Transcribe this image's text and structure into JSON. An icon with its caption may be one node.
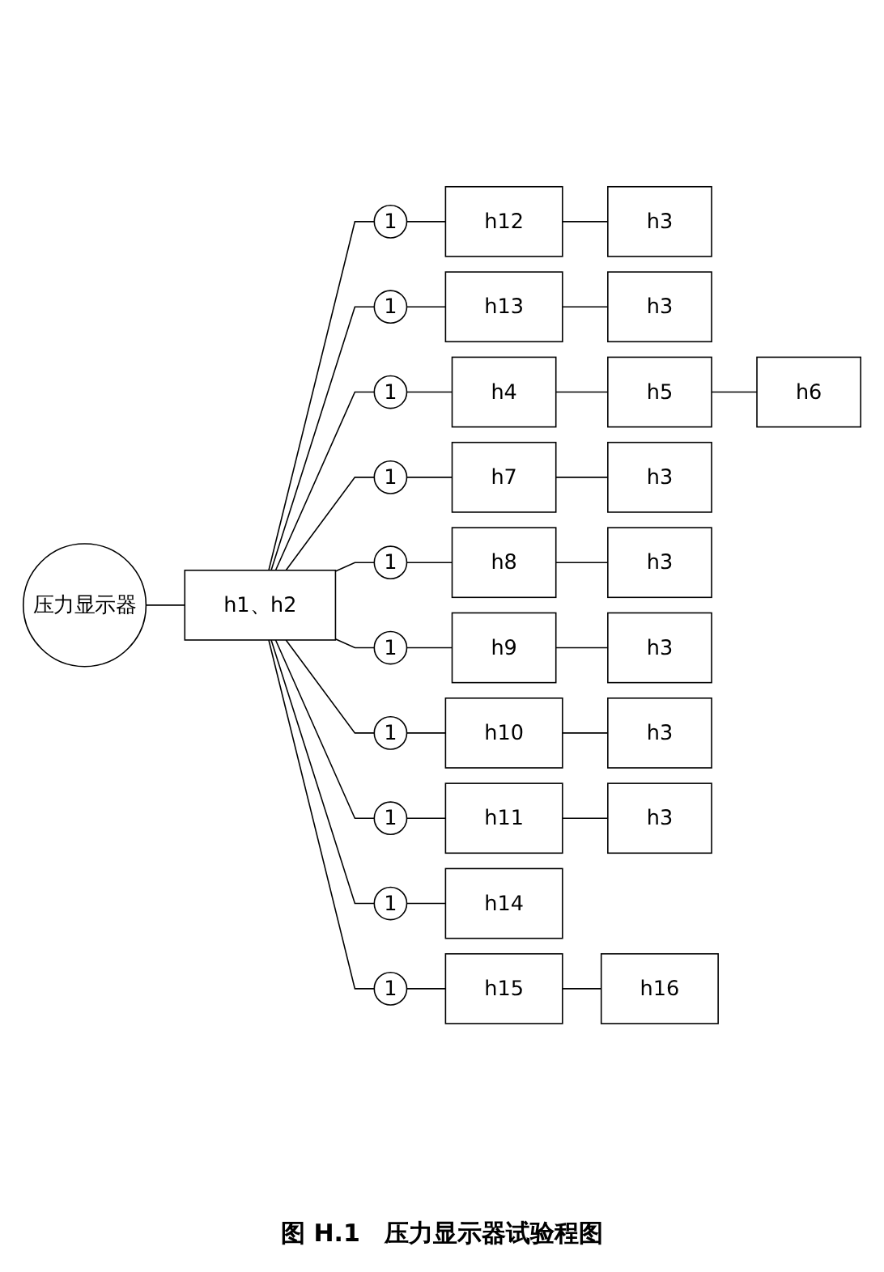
{
  "diagram": {
    "caption": "图 H.1　压力显示器试验程图",
    "nodes": [
      {
        "text": [
          "压力显示器"
        ]
      },
      {
        "text": [
          "h1、h2"
        ]
      },
      {
        "text": [
          "1"
        ]
      },
      {
        "text": [
          "h12"
        ]
      },
      {
        "text": [
          "h3"
        ]
      },
      {
        "text": [
          "1"
        ]
      },
      {
        "text": [
          "h13"
        ]
      },
      {
        "text": [
          "h3"
        ]
      },
      {
        "text": [
          "1"
        ]
      },
      {
        "text": [
          "h4"
        ]
      },
      {
        "text": [
          "h5"
        ]
      },
      {
        "text": [
          "h6"
        ]
      },
      {
        "text": [
          "1"
        ]
      },
      {
        "text": [
          "h7"
        ]
      },
      {
        "text": [
          "h3"
        ]
      },
      {
        "text": [
          "1"
        ]
      },
      {
        "text": [
          "h8"
        ]
      },
      {
        "text": [
          "h3"
        ]
      },
      {
        "text": [
          "1"
        ]
      },
      {
        "text": [
          "h9"
        ]
      },
      {
        "text": [
          "h3"
        ]
      },
      {
        "text": [
          "1"
        ]
      },
      {
        "text": [
          "h10"
        ]
      },
      {
        "text": [
          "h3"
        ]
      },
      {
        "text": [
          "1"
        ]
      },
      {
        "text": [
          "h11"
        ]
      },
      {
        "text": [
          "h3"
        ]
      },
      {
        "text": [
          "1"
        ]
      },
      {
        "text": [
          "h14"
        ]
      },
      {
        "text": [
          "1"
        ]
      },
      {
        "text": [
          "h15"
        ]
      },
      {
        "text": [
          "h16"
        ]
      }
    ],
    "edges": [
      {
        "from": 0,
        "to": 1,
        "arrow": "none"
      },
      {
        "from": 1,
        "to": 2,
        "arrow": "none"
      },
      {
        "from": 1,
        "to": 5,
        "arrow": "none"
      },
      {
        "from": 1,
        "to": 8,
        "arrow": "none"
      },
      {
        "from": 1,
        "to": 12,
        "arrow": "none"
      },
      {
        "from": 1,
        "to": 15,
        "arrow": "none"
      },
      {
        "from": 1,
        "to": 18,
        "arrow": "none"
      },
      {
        "from": 1,
        "to": 21,
        "arrow": "none"
      },
      {
        "from": 1,
        "to": 24,
        "arrow": "none"
      },
      {
        "from": 1,
        "to": 27,
        "arrow": "none"
      },
      {
        "from": 1,
        "to": 29,
        "arrow": "none"
      },
      {
        "from": 2,
        "to": 3,
        "arrow": "none"
      },
      {
        "from": 3,
        "to": 4,
        "arrow": "none"
      },
      {
        "from": 5,
        "to": 6,
        "arrow": "none"
      },
      {
        "from": 6,
        "to": 7,
        "arrow": "none"
      },
      {
        "from": 8,
        "to": 9,
        "arrow": "none"
      },
      {
        "from": 9,
        "to": 10,
        "arrow": "none"
      },
      {
        "from": 10,
        "to": 11,
        "arrow": "none"
      },
      {
        "from": 12,
        "to": 13,
        "arrow": "none"
      },
      {
        "from": 13,
        "to": 14,
        "arrow": "none"
      },
      {
        "from": 15,
        "to": 16,
        "arrow": "none"
      },
      {
        "from": 16,
        "to": 17,
        "arrow": "none"
      },
      {
        "from": 18,
        "to": 19,
        "arrow": "none"
      },
      {
        "from": 19,
        "to": 20,
        "arrow": "none"
      },
      {
        "from": 21,
        "to": 22,
        "arrow": "none"
      },
      {
        "from": 22,
        "to": 23,
        "arrow": "none"
      },
      {
        "from": 24,
        "to": 25,
        "arrow": "none"
      },
      {
        "from": 25,
        "to": 26,
        "arrow": "none"
      },
      {
        "from": 27,
        "to": 28,
        "arrow": "none"
      },
      {
        "from": 29,
        "to": 30,
        "arrow": "none"
      },
      {
        "from": 30,
        "to": 31,
        "arrow": "none"
      }
    ]
  }
}
